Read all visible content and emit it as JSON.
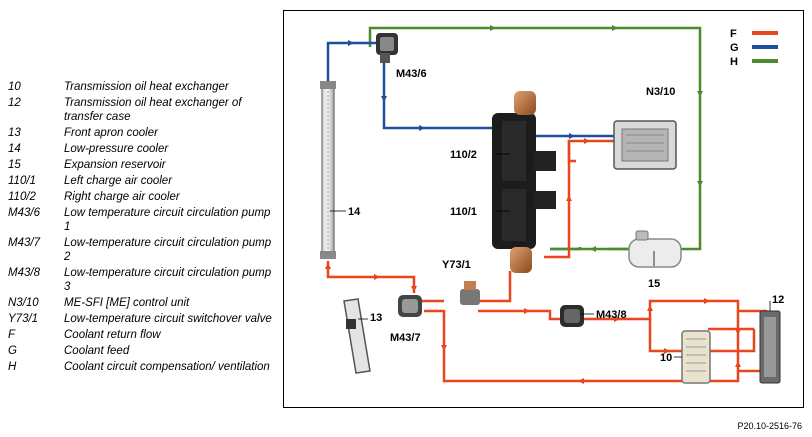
{
  "legend": {
    "items": [
      {
        "code": "10",
        "desc": "Transmission oil heat exchanger"
      },
      {
        "code": "12",
        "desc": "Transmission oil heat exchanger of transfer case"
      },
      {
        "code": "13",
        "desc": "Front apron cooler"
      },
      {
        "code": "14",
        "desc": "Low-pressure cooler"
      },
      {
        "code": "15",
        "desc": "Expansion reservoir"
      },
      {
        "code": "110/1",
        "desc": "Left charge air cooler"
      },
      {
        "code": "110/2",
        "desc": "Right charge air cooler"
      },
      {
        "code": "M43/6",
        "desc": "Low temperature circuit circulation pump 1"
      },
      {
        "code": "M43/7",
        "desc": "Low-temperature circuit circulation pump 2"
      },
      {
        "code": "M43/8",
        "desc": "Low-temperature circuit circulation pump 3"
      },
      {
        "code": "N3/10",
        "desc": "ME-SFI [ME] control unit"
      },
      {
        "code": "Y73/1",
        "desc": "Low-temperature circuit switchover valve"
      },
      {
        "code": "F",
        "desc": "Coolant return flow"
      },
      {
        "code": "G",
        "desc": "Coolant feed"
      },
      {
        "code": "H",
        "desc": "Coolant circuit compensation/ ventilation"
      }
    ]
  },
  "diagram": {
    "key": [
      {
        "letter": "F",
        "color": "#e8461e"
      },
      {
        "letter": "G",
        "color": "#1f4e9a"
      },
      {
        "letter": "H",
        "color": "#4d8a2e"
      }
    ],
    "labels": {
      "m43_6": "M43/6",
      "n3_10": "N3/10",
      "c110_2": "110/2",
      "c110_1": "110/1",
      "c14": "14",
      "y73_1": "Y73/1",
      "c15": "15",
      "c13": "13",
      "m43_7": "M43/7",
      "m43_8": "M43/8",
      "c12": "12",
      "c10": "10"
    }
  },
  "caption": "P20.10-2516-76"
}
